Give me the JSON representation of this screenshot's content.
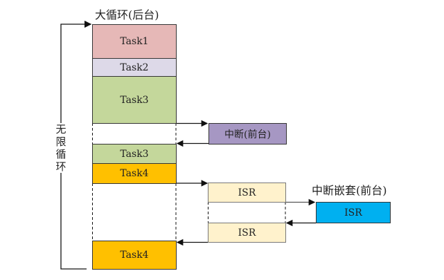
{
  "title_background": "大循环(后台)",
  "loop_label": "无限循环",
  "nested_label": "中断嵌套(前台)",
  "blocks": {
    "task1": {
      "label": "Task1",
      "color": "#e6b8b7"
    },
    "task2": {
      "label": "Task2",
      "color": "#ddd9e8"
    },
    "task3a": {
      "label": "Task3",
      "color": "#c4d79b"
    },
    "interrupt": {
      "label": "中断(前台)",
      "color": "#a697c3"
    },
    "task3b": {
      "label": "Task3",
      "color": "#c4d79b"
    },
    "task4a": {
      "label": "Task4",
      "color": "#ffc000"
    },
    "isr1": {
      "label": "ISR",
      "color": "#fff2cc"
    },
    "isr_nested": {
      "label": "ISR",
      "color": "#00b0f0"
    },
    "isr2": {
      "label": "ISR",
      "color": "#fff2cc"
    },
    "task4b": {
      "label": "Task4",
      "color": "#ffc000"
    }
  }
}
